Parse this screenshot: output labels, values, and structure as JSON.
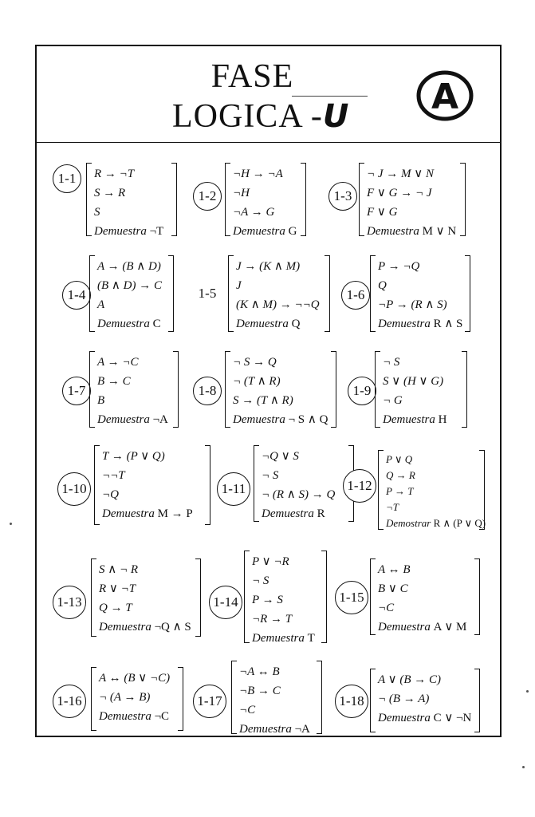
{
  "header": {
    "title_line1": "FASE",
    "title_line2": "LOGICA -",
    "handwritten_mark": "U",
    "circled_letter": "A"
  },
  "problems": [
    {
      "num": "1-1",
      "premises": [
        "R → ¬T",
        "S → R",
        "S"
      ],
      "goal_word": "Demuestra",
      "goal_expr": "¬T"
    },
    {
      "num": "1-2",
      "premises": [
        "¬H → ¬A",
        "¬H",
        "¬A → G"
      ],
      "goal_word": "Demuestra",
      "goal_expr": "G"
    },
    {
      "num": "1-3",
      "premises": [
        "¬ J → M ∨ N",
        "F ∨ G → ¬ J",
        "F ∨ G"
      ],
      "goal_word": "Demuestra",
      "goal_expr": "M ∨ N"
    },
    {
      "num": "1-4",
      "premises": [
        "A → (B ∧ D)",
        "(B ∧ D) → C",
        "A"
      ],
      "goal_word": "Demuestra",
      "goal_expr": "C"
    },
    {
      "num": "1-5",
      "premises": [
        "J → (K ∧ M)",
        "J",
        "(K ∧ M) → ¬¬Q"
      ],
      "goal_word": "Demuestra",
      "goal_expr": "Q"
    },
    {
      "num": "1-6",
      "premises": [
        "P → ¬Q",
        "Q",
        "¬P → (R ∧ S)"
      ],
      "goal_word": "Demuestra",
      "goal_expr": "R ∧ S"
    },
    {
      "num": "1-7",
      "premises": [
        "A → ¬C",
        "B → C",
        "B"
      ],
      "goal_word": "Demuestra",
      "goal_expr": "¬A"
    },
    {
      "num": "1-8",
      "premises": [
        "¬ S → Q",
        "¬ (T ∧ R)",
        "S → (T ∧ R)"
      ],
      "goal_word": "Demuestra",
      "goal_expr": "¬ S ∧ Q"
    },
    {
      "num": "1-9",
      "premises": [
        "¬ S",
        "S ∨ (H ∨ G)",
        "¬ G"
      ],
      "goal_word": "Demuestra",
      "goal_expr": "H"
    },
    {
      "num": "1-10",
      "premises": [
        "T → (P ∨ Q)",
        "¬¬T",
        "¬Q"
      ],
      "goal_word": "Demuestra",
      "goal_expr": "M → P"
    },
    {
      "num": "1-11",
      "premises": [
        "¬Q ∨ S",
        "¬ S",
        "¬ (R ∧ S) → Q"
      ],
      "goal_word": "Demuestra",
      "goal_expr": "R"
    },
    {
      "num": "1-12",
      "premises": [
        "P ∨ Q",
        "Q → R",
        "P → T",
        "¬T"
      ],
      "goal_word": "Demostrar",
      "goal_expr": "R ∧ (P ∨ Q)"
    },
    {
      "num": "1-13",
      "premises": [
        "S ∧ ¬ R",
        "R ∨ ¬T",
        "Q → T"
      ],
      "goal_word": "Demuestra",
      "goal_expr": "¬Q ∧ S"
    },
    {
      "num": "1-14",
      "premises": [
        "P ∨ ¬R",
        "¬ S",
        "P → S",
        "¬R → T"
      ],
      "goal_word": "Demuestra",
      "goal_expr": "T"
    },
    {
      "num": "1-15",
      "premises": [
        "A ↔ B",
        "B ∨ C",
        "¬C"
      ],
      "goal_word": "Demuestra",
      "goal_expr": "A ∨ M"
    },
    {
      "num": "1-16",
      "premises": [
        "A ↔ (B ∨ ¬C)",
        "¬ (A → B)"
      ],
      "goal_word": "Demuestra",
      "goal_expr": "¬C"
    },
    {
      "num": "1-17",
      "premises": [
        "¬A ↔ B",
        "¬B → C",
        "¬C"
      ],
      "goal_word": "Demuestra",
      "goal_expr": "¬A"
    },
    {
      "num": "1-18",
      "premises": [
        "A ∨ (B → C)",
        "¬ (B → A)"
      ],
      "goal_word": "Demuestra",
      "goal_expr": "C ∨ ¬N"
    }
  ]
}
